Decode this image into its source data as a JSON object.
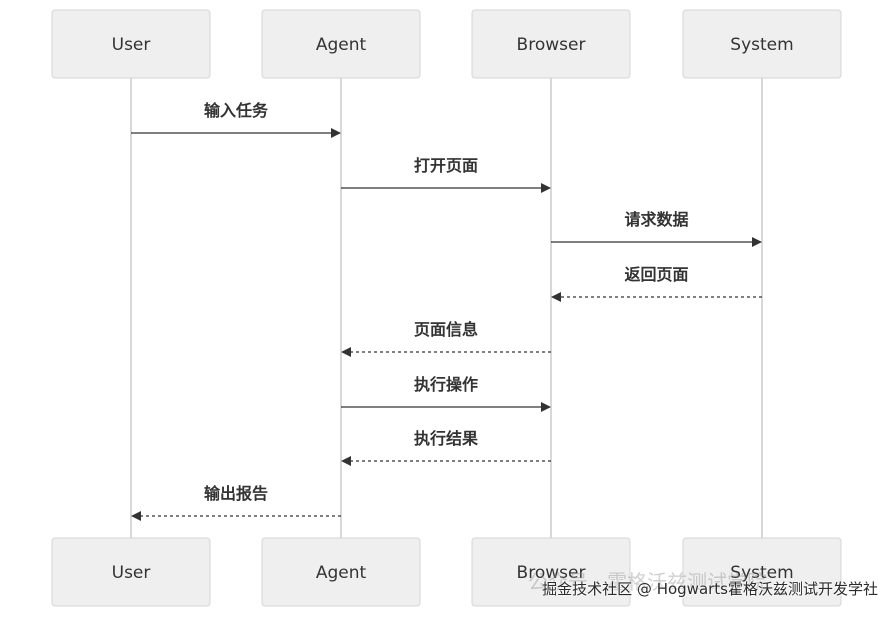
{
  "participants": [
    "User",
    "Agent",
    "Browser",
    "System"
  ],
  "messages": [
    {
      "from": 0,
      "to": 1,
      "label": "输入任务",
      "style": "solid"
    },
    {
      "from": 1,
      "to": 2,
      "label": "打开页面",
      "style": "solid"
    },
    {
      "from": 2,
      "to": 3,
      "label": "请求数据",
      "style": "solid"
    },
    {
      "from": 3,
      "to": 2,
      "label": "返回页面",
      "style": "dashed"
    },
    {
      "from": 2,
      "to": 1,
      "label": "页面信息",
      "style": "dashed"
    },
    {
      "from": 1,
      "to": 2,
      "label": "执行操作",
      "style": "solid"
    },
    {
      "from": 2,
      "to": 1,
      "label": "执行结果",
      "style": "dashed"
    },
    {
      "from": 1,
      "to": 0,
      "label": "输出报告",
      "style": "dashed"
    }
  ],
  "watermark": {
    "top_text": "公众号 · 霍格沃兹测试学院",
    "bottom_text": "掘金技术社区 @ Hogwarts霍格沃兹测试开发学社"
  },
  "colors": {
    "actor_fill": "#efefef",
    "actor_stroke": "#d6d6d6",
    "lifeline": "#cccccc",
    "arrow": "#333333"
  }
}
